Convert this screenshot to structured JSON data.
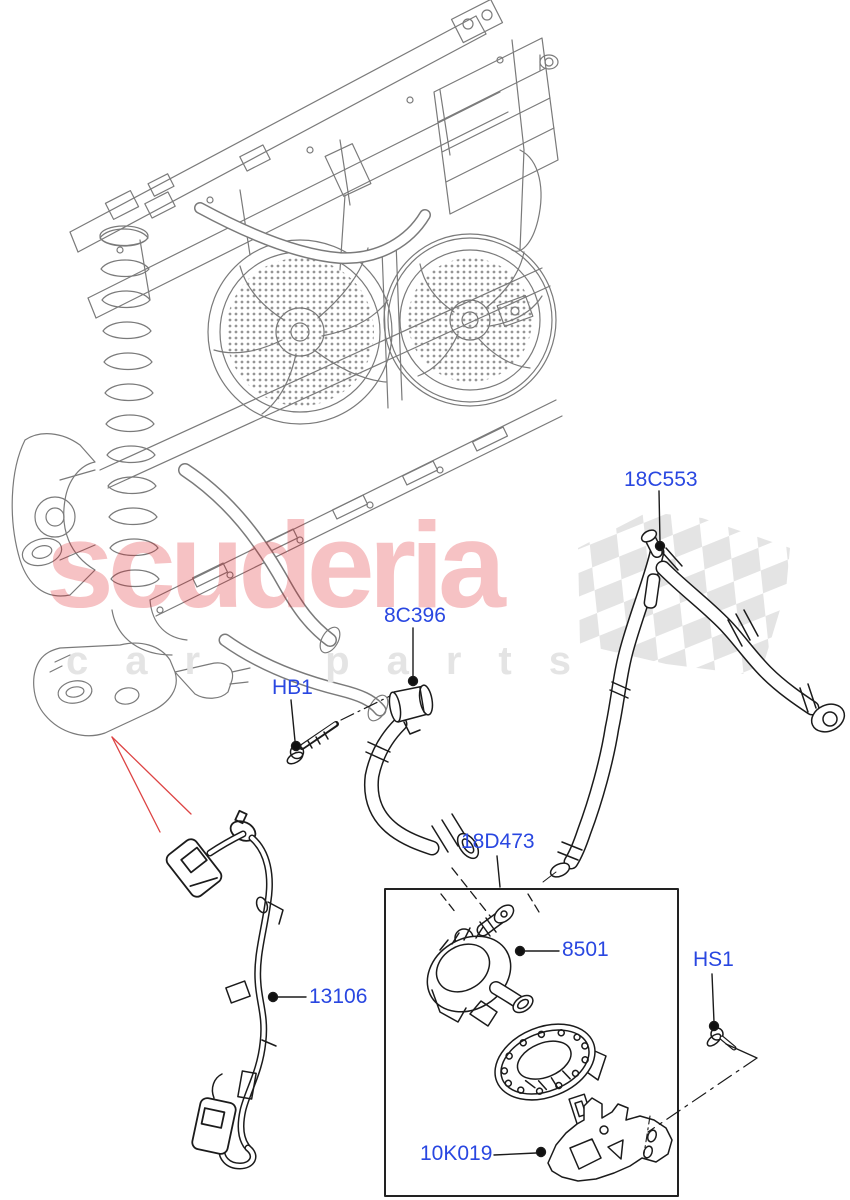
{
  "watermark": {
    "brand": "scuderia",
    "tagline": "car parts",
    "brand_color": "#df1e26",
    "tagline_color": "#e4e4e4"
  },
  "callouts": [
    {
      "id": "hose-y",
      "text": "18C553"
    },
    {
      "id": "hose-s",
      "text": "8C396"
    },
    {
      "id": "bolt-hb1",
      "text": "HB1"
    },
    {
      "id": "pump-kit-box",
      "text": "18D473"
    },
    {
      "id": "aux-pump",
      "text": "8501"
    },
    {
      "id": "bolt-hs1",
      "text": "HS1"
    },
    {
      "id": "wiring-harness",
      "text": "13106"
    },
    {
      "id": "bracket",
      "text": "10K019"
    }
  ],
  "colors": {
    "callout_blue": "#2947e1",
    "pointer_red": "#dd4444",
    "assembly_gray": "#7a7a7a",
    "part_line_dark": "#1b1b1b",
    "checker_gray": "#e4e4e4"
  }
}
